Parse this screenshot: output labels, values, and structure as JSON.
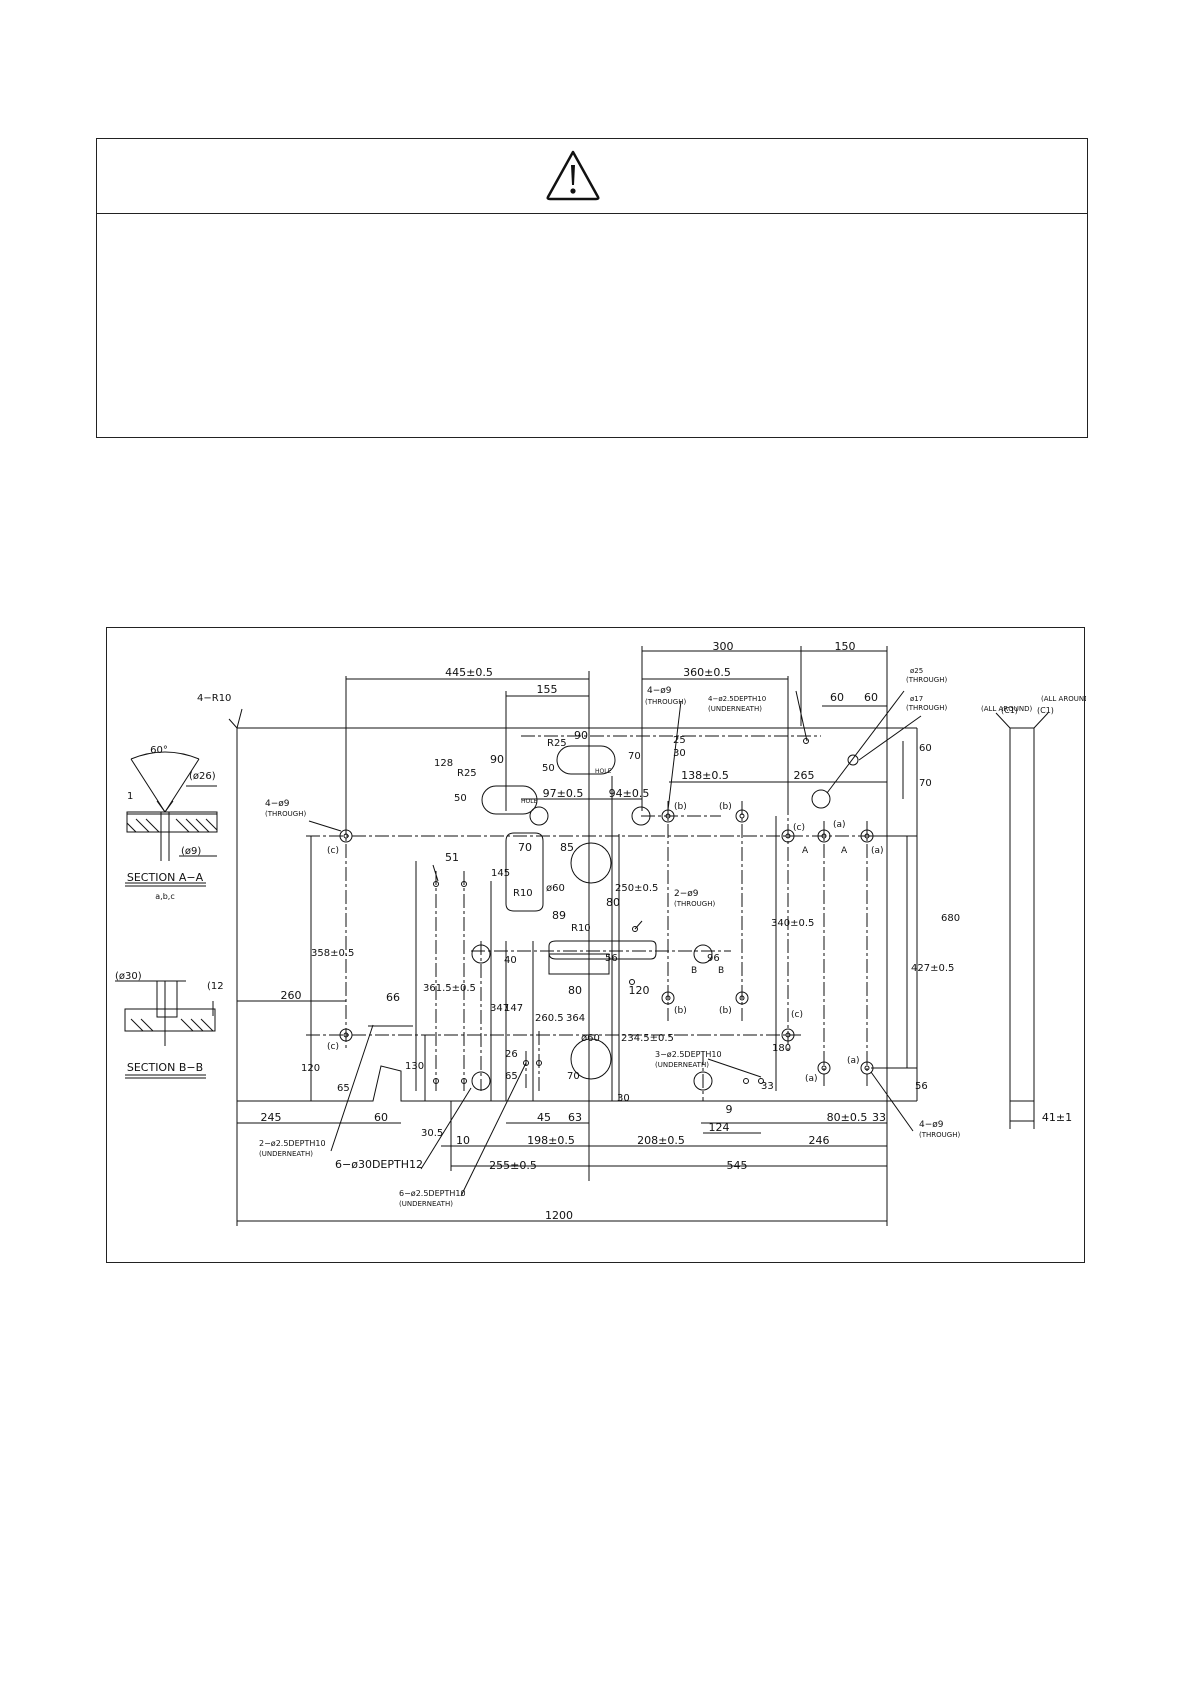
{
  "caution": {
    "icon": "warning-triangle-icon"
  },
  "drawing": {
    "labels": {
      "d300": "300",
      "d150": "150",
      "d445": "445±0.5",
      "d360": "360±0.5",
      "d155": "155",
      "r4r10": "4−R10",
      "d4phi9_top": "4−ø9",
      "through": "(THROUGH)",
      "d4phi25": "4−ø2.5DEPTH10",
      "underneath": "(UNDERNEATH)",
      "phi25": "ø25",
      "phi17": "ø17",
      "d60a": "60",
      "d60b": "60",
      "c1": "(C1)",
      "allaround": "(ALL AROUND)",
      "r25a": "R25",
      "d90a": "90",
      "d50a": "50",
      "d70a": "70",
      "d30": "30",
      "d25": "25",
      "hole": "HOLE",
      "d128": "128",
      "r25b": "R25",
      "d90b": "90",
      "d50b": "50",
      "d97": "97±0.5",
      "d94": "94±0.5",
      "d138": "138±0.5",
      "d265": "265",
      "d60c": "60",
      "d70b": "70",
      "ang60": "60°",
      "phi26": "(ø26)",
      "one": "1",
      "phi9": "(ø9)",
      "secaa": "SECTION A−A",
      "abc": "a,b,c",
      "b": "(b)",
      "c": "(c)",
      "a": "(a)",
      "A": "A",
      "B": "B",
      "d70c": "70",
      "d85": "85",
      "d145": "145",
      "r10a": "R10",
      "phi60a": "ø60",
      "d250": "250±0.5",
      "d51": "51",
      "d680": "680",
      "d358": "358±0.5",
      "d340": "340±0.5",
      "d2phi9": "2−ø9",
      "d80a": "80",
      "d89": "89",
      "r10b": "R10",
      "d40": "40",
      "d56a": "56",
      "d96": "96",
      "d427": "427±0.5",
      "phi30": "(ø30)",
      "d12": "(12",
      "d361": "361.5±0.5",
      "d147": "147",
      "d260": "260",
      "d66": "66",
      "d347": "347",
      "d2605": "260.5",
      "d364": "364",
      "d80b": "80",
      "d120a": "120",
      "phi60b": "ø60",
      "d2345": "234.5±0.5",
      "d180": "180",
      "secbb": "SECTION B−B",
      "d120b": "120",
      "d65a": "65",
      "d130": "130",
      "d26": "26",
      "d65b": "65",
      "d70d": "70",
      "d3phi25": "3−ø2.5DEPTH10",
      "d33a": "33",
      "d9": "9",
      "d56b": "56",
      "d245": "245",
      "d60d": "60",
      "d305": "30.5",
      "d45": "45",
      "d63": "63",
      "d30b": "30",
      "d124": "124",
      "d80c": "80±0.5",
      "d33b": "33",
      "d41": "41±1",
      "d2phi25": "2−ø2.5DEPTH10",
      "d10": "10",
      "d198": "198±0.5",
      "d208": "208±0.5",
      "d246": "246",
      "d6phi30": "6−ø30DEPTH12",
      "d255": "255±0.5",
      "d545": "545",
      "d6phi25": "6−ø2.5DEPTH10",
      "d1200": "1200"
    }
  }
}
